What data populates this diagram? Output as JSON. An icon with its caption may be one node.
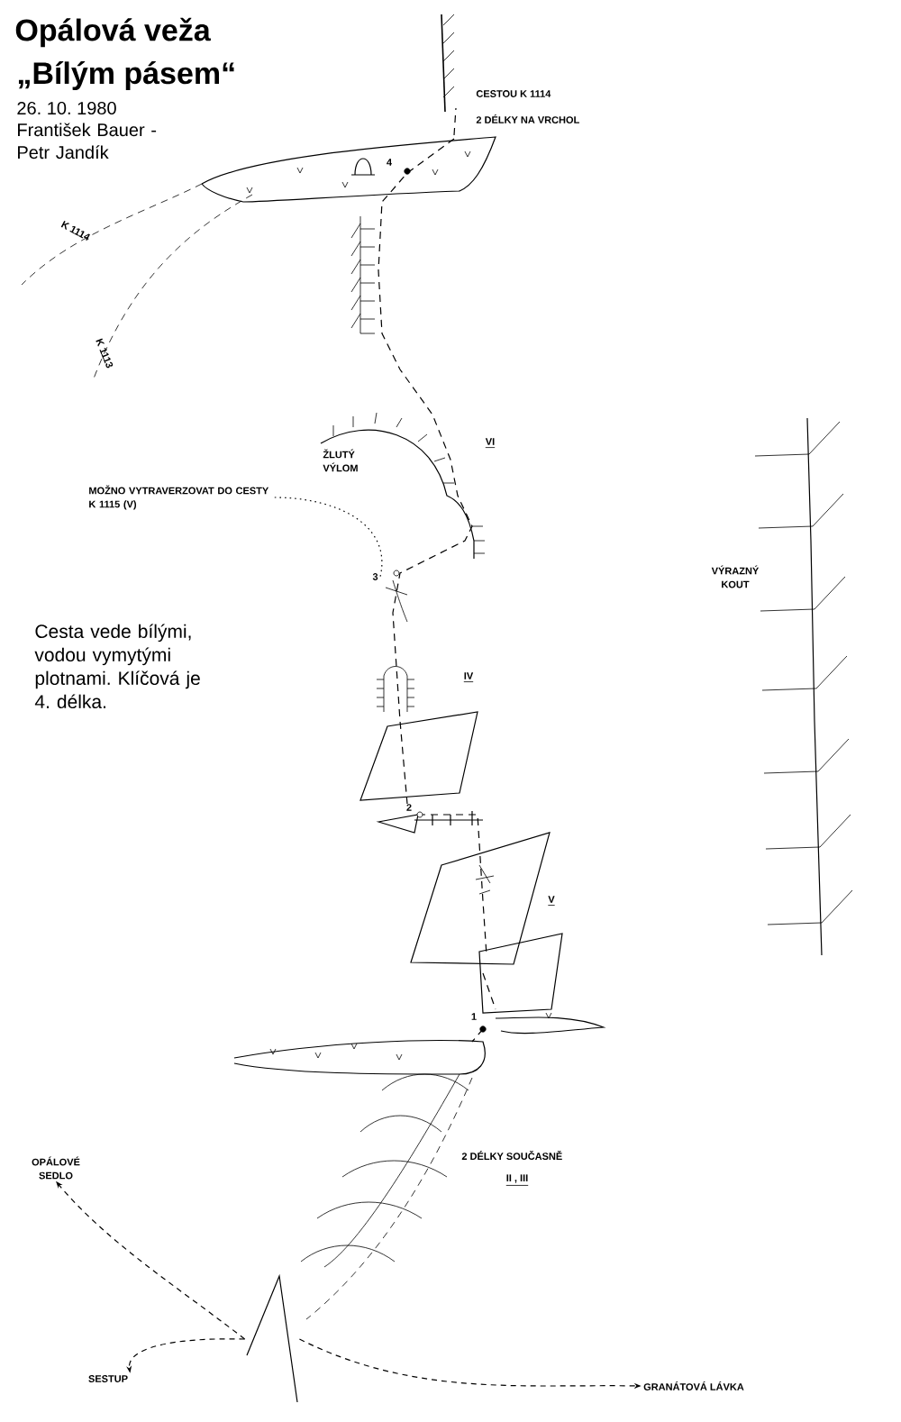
{
  "diagram": {
    "title": "Opálová veža",
    "nodes": [
      {
        "text": [
          "MOŽNO VYTRAVERZOVAT DO CESTY K 1115 (V)"
        ]
      },
      {
        "text": [
          "3"
        ]
      },
      {
        "text": [
          "OPÁLOVÉ SEDLO"
        ]
      },
      {
        "text": [
          "SESTUP"
        ]
      },
      {
        "text": [
          "GRANÁTOVÁ LÁVKA"
        ]
      },
      {
        "text": [],
        "shape": "picture"
      }
    ],
    "edges": [
      {
        "from": 0,
        "to": 1,
        "arrow": "none",
        "style": "dashed"
      },
      {
        "from": 5,
        "to": 2,
        "arrow": "to",
        "style": "dashed"
      },
      {
        "from": 5,
        "to": 3,
        "arrow": "to",
        "style": "dashed"
      },
      {
        "from": 5,
        "to": 4,
        "arrow": "to",
        "style": "dashed"
      }
    ],
    "labels": [
      "„Bílým pásem“",
      "26. 10. 1980",
      "František Bauer - Petr Jandík",
      "CESTOU K 1114",
      "2 DÉLKY NA VRCHOL",
      "4",
      "K 1114",
      "K 1113",
      "ŽLUTÝ VÝLOM",
      "VI",
      "VÝRAZNÝ KOUT",
      "Cesta vede bílými, vodou vymytými plotnami. Klíčová je 4. délka.",
      "IV",
      "2",
      "V",
      "1",
      "2 DÉLKY SOUČASNĚ",
      "II , III"
    ]
  }
}
